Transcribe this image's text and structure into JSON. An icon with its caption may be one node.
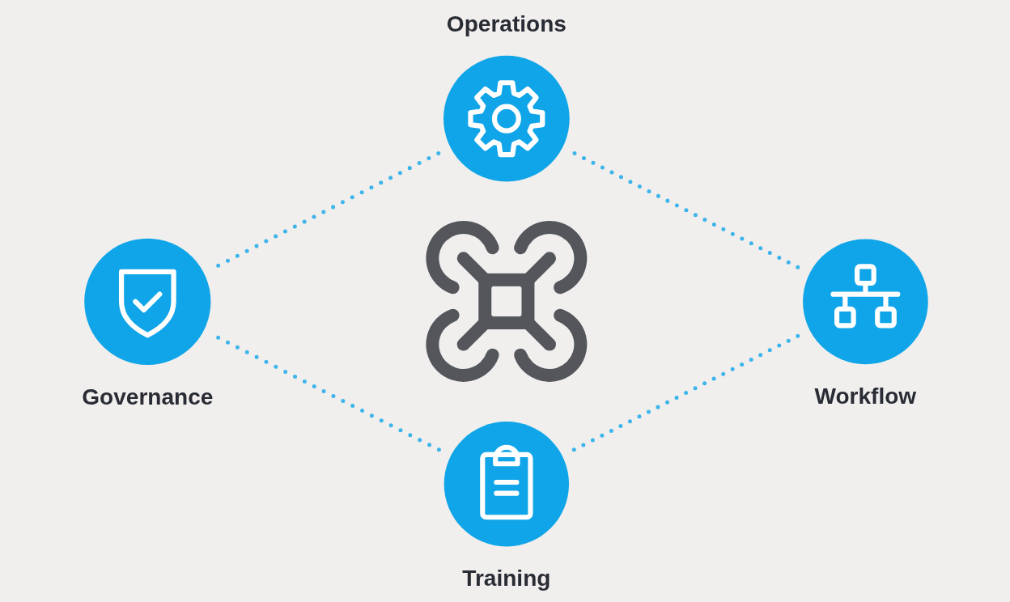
{
  "diagram": {
    "nodes": [
      {
        "text": [
          "Operations"
        ]
      },
      {
        "text": [
          "Governance"
        ]
      },
      {
        "text": [
          "Workflow"
        ]
      },
      {
        "text": [
          "Training"
        ]
      }
    ],
    "edges": [
      {
        "from": 0,
        "to": 1,
        "arrow": "none",
        "style": "dashed"
      },
      {
        "from": 0,
        "to": 2,
        "arrow": "none",
        "style": "dashed"
      },
      {
        "from": 1,
        "to": 3,
        "arrow": "none",
        "style": "dashed"
      },
      {
        "from": 2,
        "to": 3,
        "arrow": "none",
        "style": "dashed"
      }
    ]
  }
}
